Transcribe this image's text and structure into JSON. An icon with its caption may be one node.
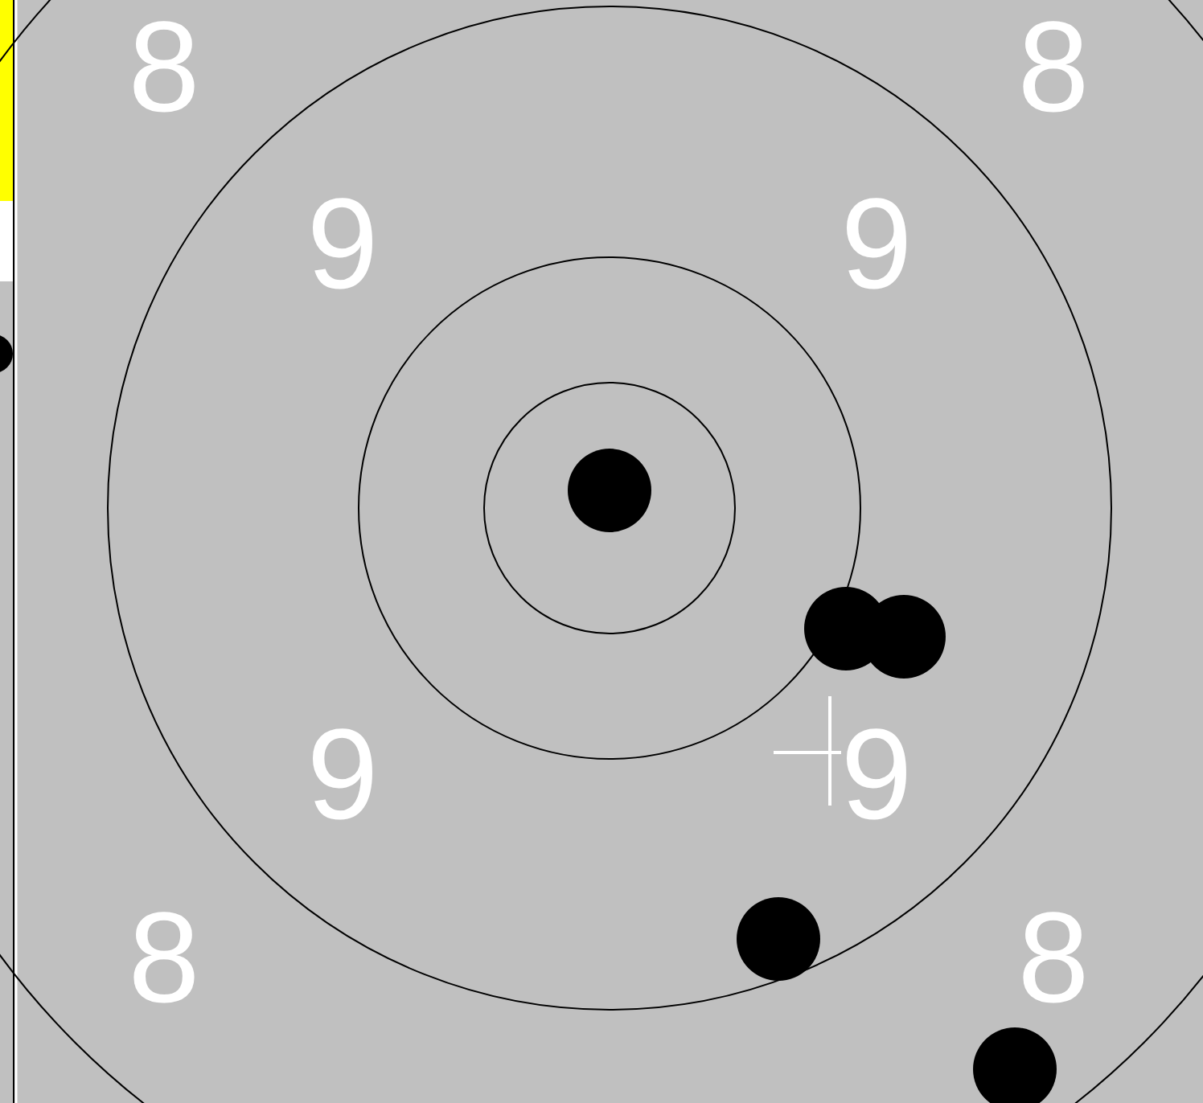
{
  "diagram": {
    "labels": [
      "8",
      "8",
      "9",
      "9",
      "9",
      "9",
      "8",
      "8"
    ]
  }
}
